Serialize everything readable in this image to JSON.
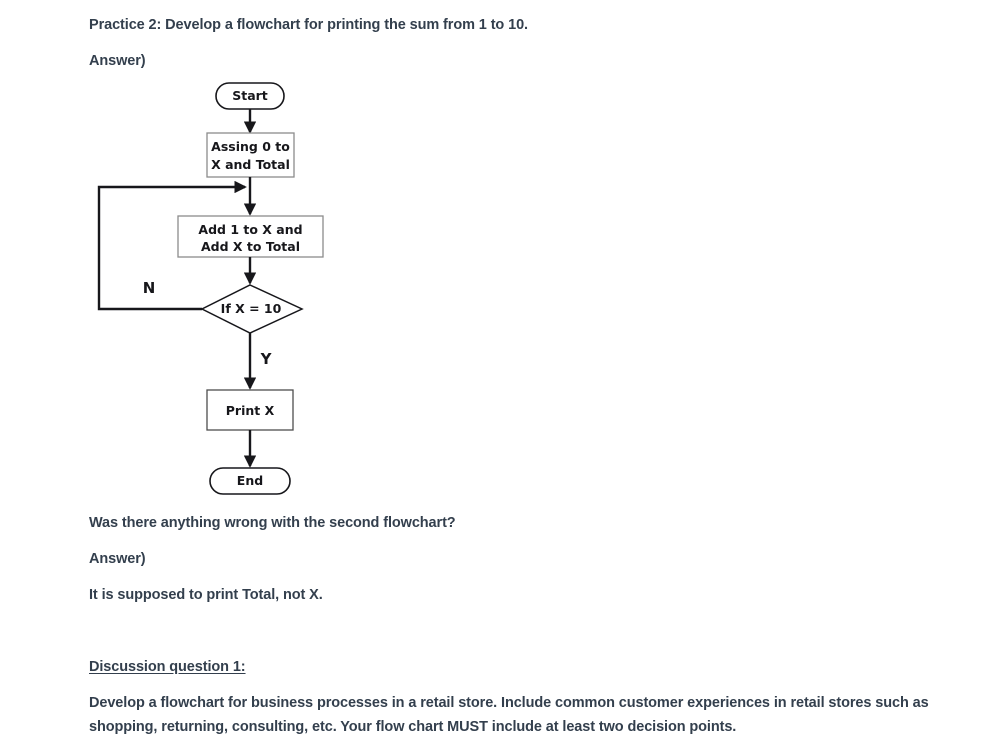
{
  "document": {
    "background_color": "#ffffff",
    "text_color": "#333f4d",
    "lines": {
      "practice": "Practice 2: Develop a flowchart for printing the sum from 1 to 10.",
      "answer_1": "Answer)",
      "question_2": "Was there anything wrong with the second flowchart?",
      "answer_2": "Answer)",
      "answer_2_body": "It is supposed to print Total, not X.",
      "discussion_heading": "Discussion question 1:",
      "discussion_body": "Develop a flowchart for business processes in a retail store. Include common customer experiences in retail stores such as shopping, returning, consulting, etc. Your flow chart MUST include at least two decision points."
    }
  },
  "chart_data": {
    "type": "diagram",
    "title": "Flowchart: print the sum from 1 to 10",
    "diagram_kind": "flowchart",
    "stroke_color": "#17171b",
    "fill_color": "#ffffff",
    "nodes": [
      {
        "id": "start",
        "shape": "terminal",
        "label": "Start"
      },
      {
        "id": "init",
        "shape": "process",
        "label_line_1": "Assing 0 to",
        "label_line_2": "X and Total"
      },
      {
        "id": "add",
        "shape": "process",
        "label_line_1": "Add 1 to X and",
        "label_line_2": "Add X to Total"
      },
      {
        "id": "decide",
        "shape": "decision",
        "label": "If X = 10"
      },
      {
        "id": "print",
        "shape": "process",
        "label": "Print X"
      },
      {
        "id": "end",
        "shape": "terminal",
        "label": "End"
      }
    ],
    "edges": [
      {
        "from": "start",
        "to": "init",
        "label": ""
      },
      {
        "from": "init",
        "to": "add",
        "label": ""
      },
      {
        "from": "add",
        "to": "decide",
        "label": ""
      },
      {
        "from": "decide",
        "to": "add",
        "label": "N"
      },
      {
        "from": "decide",
        "to": "print",
        "label": "Y"
      },
      {
        "from": "print",
        "to": "end",
        "label": ""
      }
    ],
    "branch_labels": {
      "no": "N",
      "yes": "Y"
    }
  }
}
